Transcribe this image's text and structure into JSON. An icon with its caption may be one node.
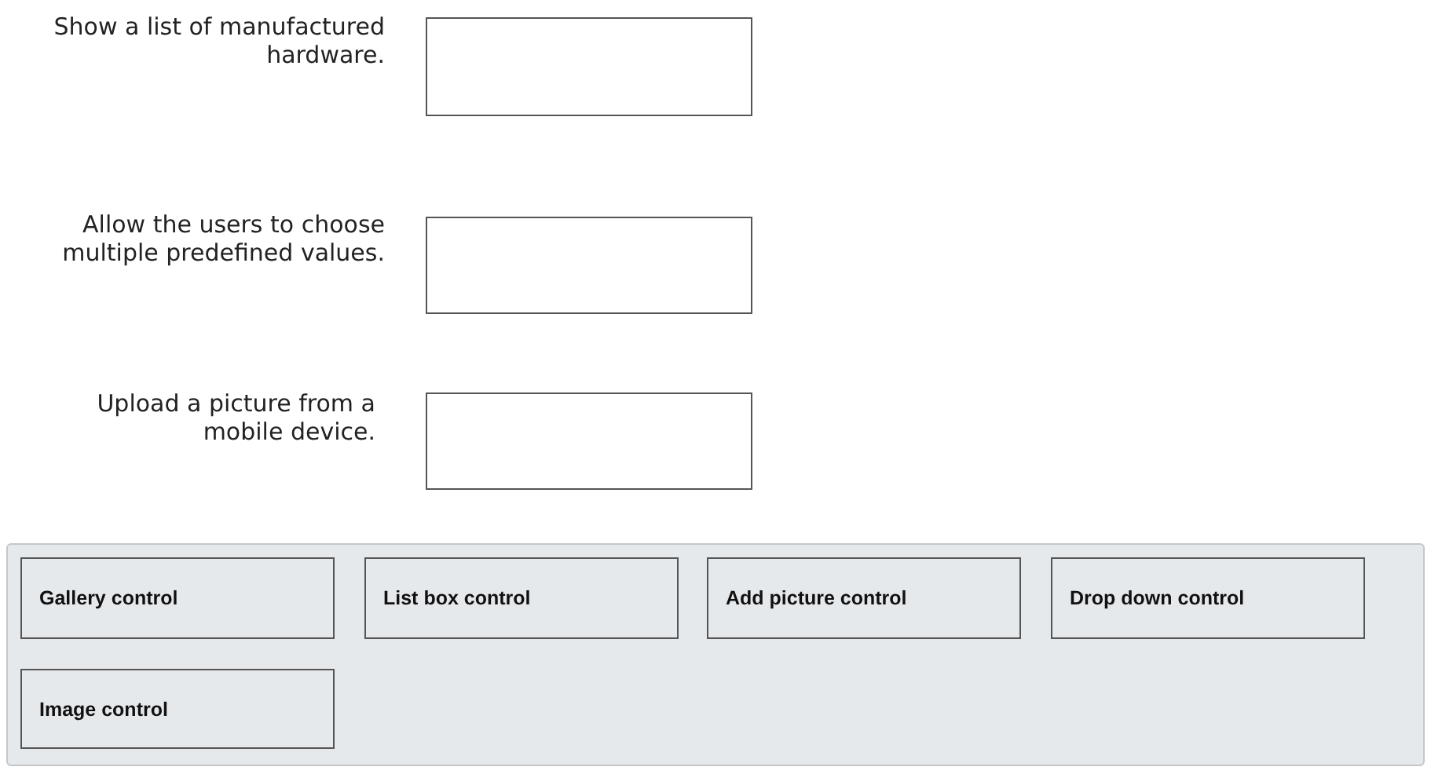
{
  "diagram": {
    "nodes": [
      {
        "text": [],
        "shape": "box",
        "beside": [
          "Show a list of manufactured hardware."
        ]
      },
      {
        "text": [],
        "shape": "box",
        "beside": [
          "Allow the users to choose multiple predefined values."
        ]
      },
      {
        "text": [],
        "shape": "box",
        "beside": [
          "Upload a picture from a mobile device."
        ]
      },
      {
        "text": [],
        "shape": "box"
      },
      {
        "text": [
          "Gallery control"
        ],
        "in": 3
      },
      {
        "text": [
          "List box control"
        ],
        "in": 3
      },
      {
        "text": [
          "Add picture control"
        ],
        "in": 3
      },
      {
        "text": [
          "Drop down control"
        ],
        "in": 3
      },
      {
        "text": [
          "Image control"
        ],
        "in": 3
      }
    ],
    "edges": []
  }
}
